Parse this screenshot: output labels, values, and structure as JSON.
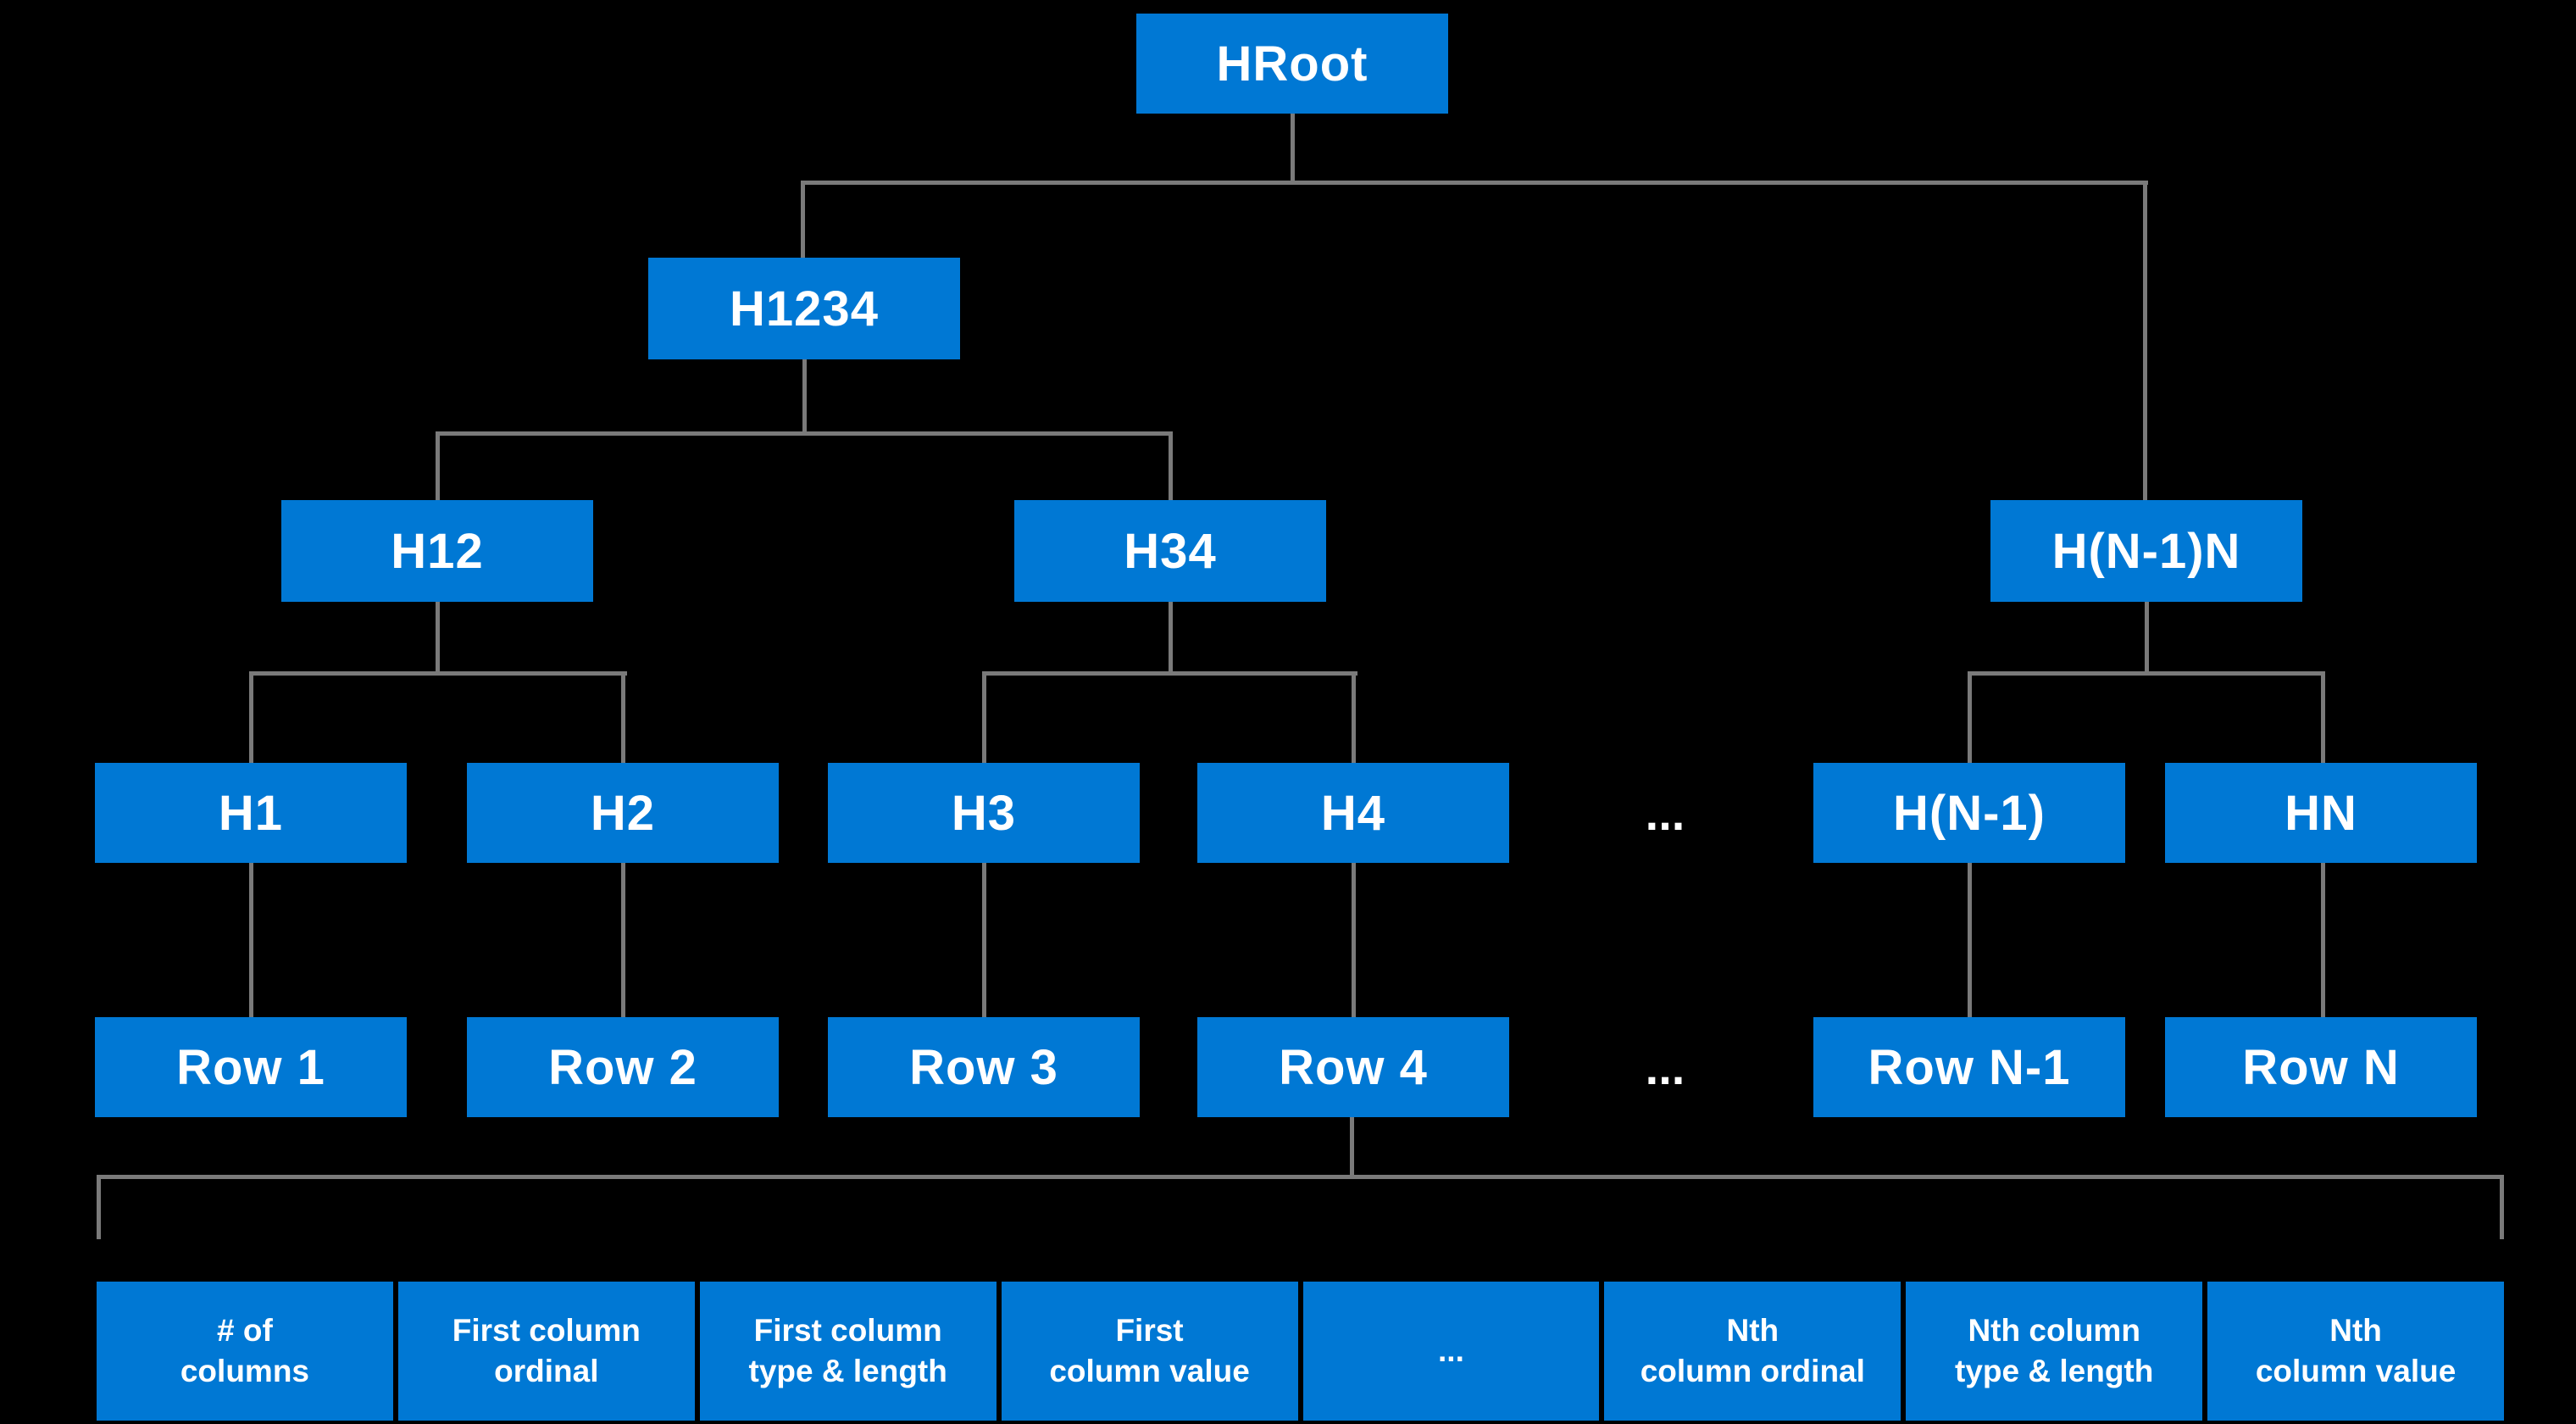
{
  "diagram": {
    "nodes": {
      "hroot": "HRoot",
      "h1234": "H1234",
      "h12": "H12",
      "h34": "H34",
      "hn1n": "H(N-1)N",
      "h1": "H1",
      "h2": "H2",
      "h3": "H3",
      "h4": "H4",
      "hash_ellipsis": "...",
      "hn1": "H(N-1)",
      "hn": "HN",
      "row1": "Row 1",
      "row2": "Row 2",
      "row3": "Row 3",
      "row4": "Row 4",
      "row_ellipsis": "...",
      "rown1": "Row N-1",
      "rown": "Row N"
    },
    "record_cells": [
      {
        "label": "# of\ncolumns"
      },
      {
        "label": "First column\nordinal"
      },
      {
        "label": "First column\ntype & length"
      },
      {
        "label": "First\ncolumn value"
      },
      {
        "label": "..."
      },
      {
        "label": "Nth\ncolumn ordinal"
      },
      {
        "label": "Nth column\ntype & length"
      },
      {
        "label": "Nth\ncolumn value"
      }
    ],
    "colors": {
      "background": "#000000",
      "node_fill": "#0078D4",
      "node_text": "#FFFFFF",
      "connector": "#7A7A7A"
    }
  }
}
